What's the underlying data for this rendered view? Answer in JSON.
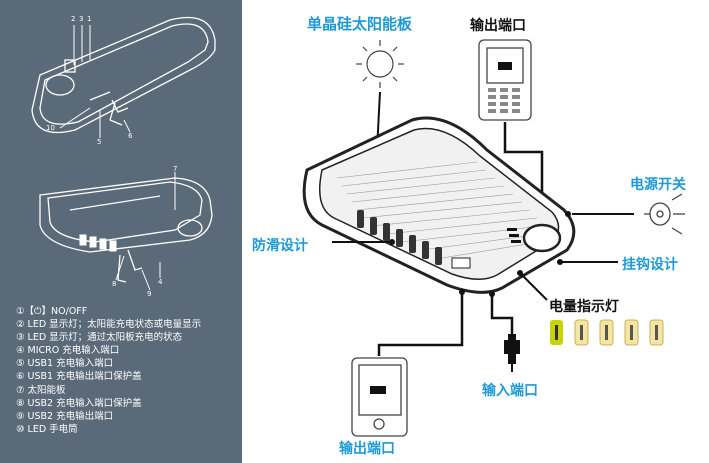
{
  "left_panel": {
    "callout_numbers": [
      "1",
      "2",
      "3",
      "4",
      "5",
      "6",
      "7",
      "8",
      "9",
      "10"
    ],
    "legend": [
      "①【⏻】NO/OFF",
      "② LED 显示灯；太阳能充电状态或电量显示",
      "③ LED 显示灯；通过太阳板充电的状态",
      "④ MICRO 充电输入端口",
      "⑤ USB1 充电输入端口",
      "⑥ USB1 充电输出端口保护盖",
      "⑦ 太阳能板",
      "⑧ USB2 充电输入端口保护盖",
      "⑨ USB2 充电输出端口",
      "⑩ LED 手电筒"
    ]
  },
  "right_panel": {
    "labels": {
      "solar_panel": "单晶硅太阳能板",
      "output_port_top": "输出端口",
      "power_switch": "电源开关",
      "anti_slip": "防滑设计",
      "hook": "挂钩设计",
      "battery_indicator": "电量指示灯",
      "input_port": "输入端口",
      "output_port_bottom": "输出端口"
    }
  },
  "colors": {
    "accent": "#1f9ad6",
    "left_bg": "#5b6a78",
    "indicator": "#c8d400"
  }
}
